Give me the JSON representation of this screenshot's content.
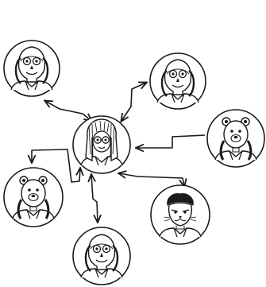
{
  "diagram": {
    "center": {
      "icon": "person-portrait-icon"
    },
    "nodes": [
      {
        "id": "top-left",
        "icon": "alien-face-portrait-icon"
      },
      {
        "id": "top-right",
        "icon": "alien-face-portrait-icon"
      },
      {
        "id": "right",
        "icon": "bear-mask-portrait-icon"
      },
      {
        "id": "bottom-right",
        "icon": "cat-face-portrait-icon"
      },
      {
        "id": "bottom",
        "icon": "alien-face-portrait-icon"
      },
      {
        "id": "left",
        "icon": "bear-mask-portrait-icon"
      }
    ],
    "line_color": "#1a1a1a",
    "background": "#ffffff"
  }
}
